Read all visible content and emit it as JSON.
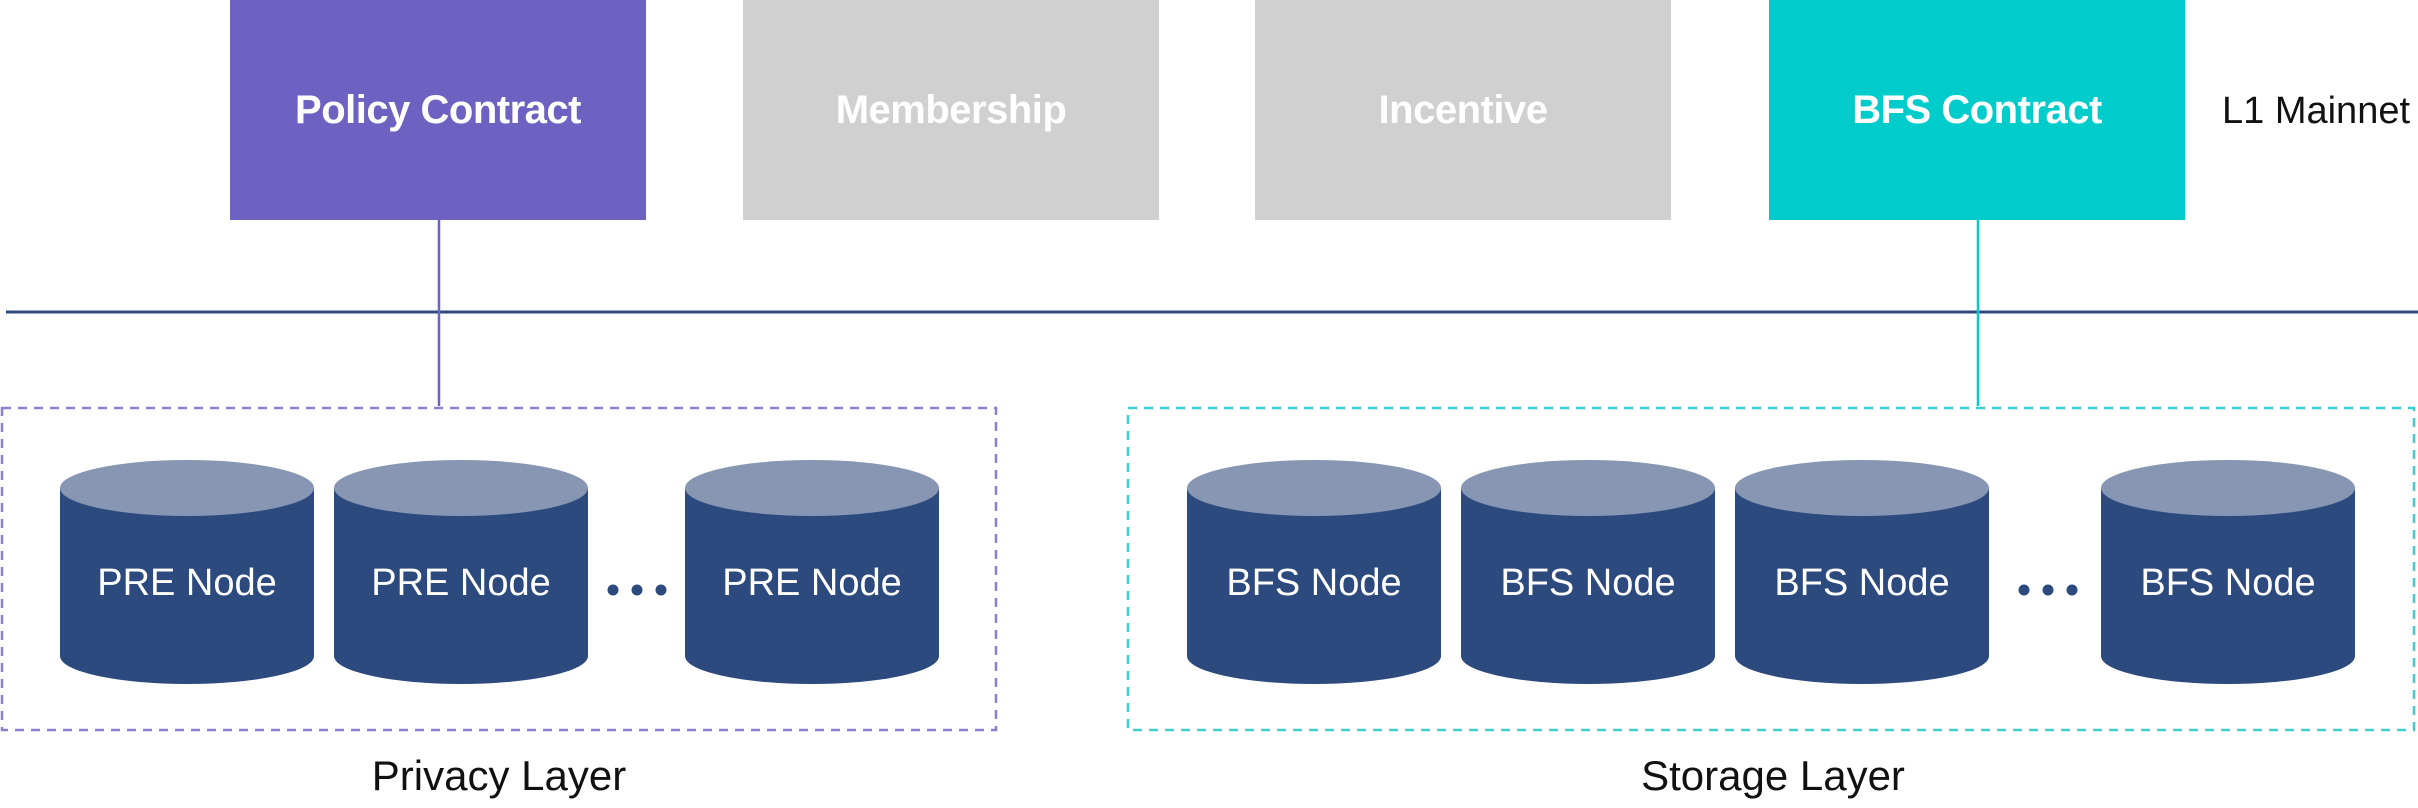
{
  "contracts": {
    "policy": {
      "label": "Policy Contract",
      "color": "#6d62c2"
    },
    "membership": {
      "label": "Membership",
      "color": "#d0d0d0"
    },
    "incentive": {
      "label": "Incentive",
      "color": "#d0d0d0"
    },
    "bfs": {
      "label": "BFS Contract",
      "color": "#00cccc"
    }
  },
  "mainnet_label": "L1 Mainnet",
  "privacy_layer": {
    "label": "Privacy Layer",
    "border_color": "#8b7fd0",
    "nodes": [
      "PRE Node",
      "PRE Node",
      "PRE Node"
    ]
  },
  "storage_layer": {
    "label": "Storage Layer",
    "border_color": "#3ccfd0",
    "nodes": [
      "BFS Node",
      "BFS Node",
      "BFS Node",
      "BFS Node"
    ]
  },
  "colors": {
    "node_body": "#2d4a7e",
    "node_top": "#8796b3",
    "mainnet_line": "#2d4a7e",
    "dots": "#2d4a7e"
  }
}
